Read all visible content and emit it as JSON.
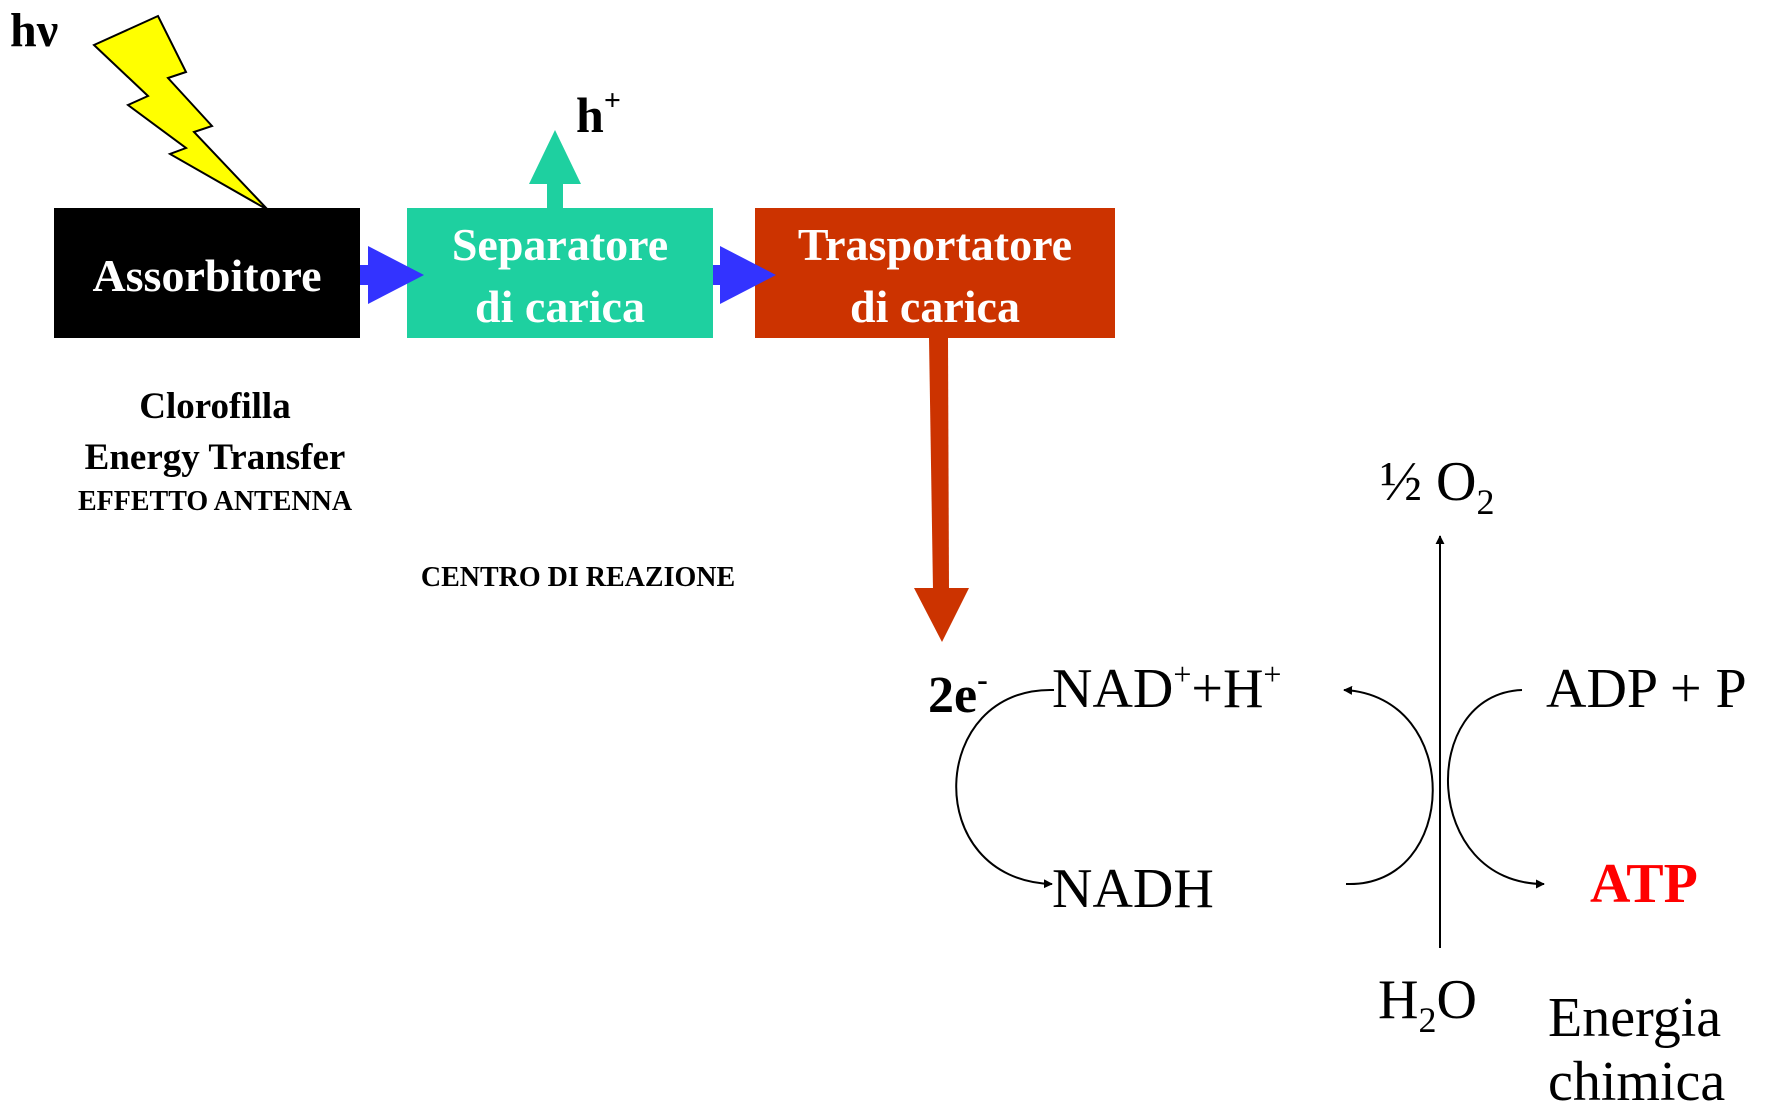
{
  "photon_label": "hν",
  "hole_label": {
    "base": "h",
    "sup": "+"
  },
  "boxes": {
    "absorber": {
      "label": "Assorbitore",
      "color": "#000000"
    },
    "separator": {
      "line1": "Separatore",
      "line2": "di carica",
      "color": "#1ed0a0"
    },
    "transporter": {
      "line1": "Trasportatore",
      "line2": "di carica",
      "color": "#cc3300"
    }
  },
  "absorber_notes": {
    "line1": "Clorofilla",
    "line2": "Energy Transfer",
    "line3": "EFFETTO ANTENNA"
  },
  "reaction_center_label": "CENTRO DI REAZIONE",
  "electrons_label": {
    "base": "2e",
    "sup": "-"
  },
  "oxygen_label": {
    "pre": "½ O",
    "sub": "2"
  },
  "water_label": {
    "pre": "H",
    "sub": "2",
    "post": "O"
  },
  "nad_label": {
    "a": "NAD",
    "sup1": "+",
    "b": "+H",
    "sup2": "+"
  },
  "nadh_label": "NADH",
  "adp_label": "ADP + P",
  "atp_label": "ATP",
  "energy_label": {
    "line1": "Energia",
    "line2": "chimica"
  },
  "colors": {
    "bolt": "#ffff00",
    "flow_arrow": "#3333ff",
    "hole_arrow": "#1ed0a0",
    "electron_arrow": "#cc3300",
    "atp": "#ff0000",
    "text": "#000000"
  }
}
